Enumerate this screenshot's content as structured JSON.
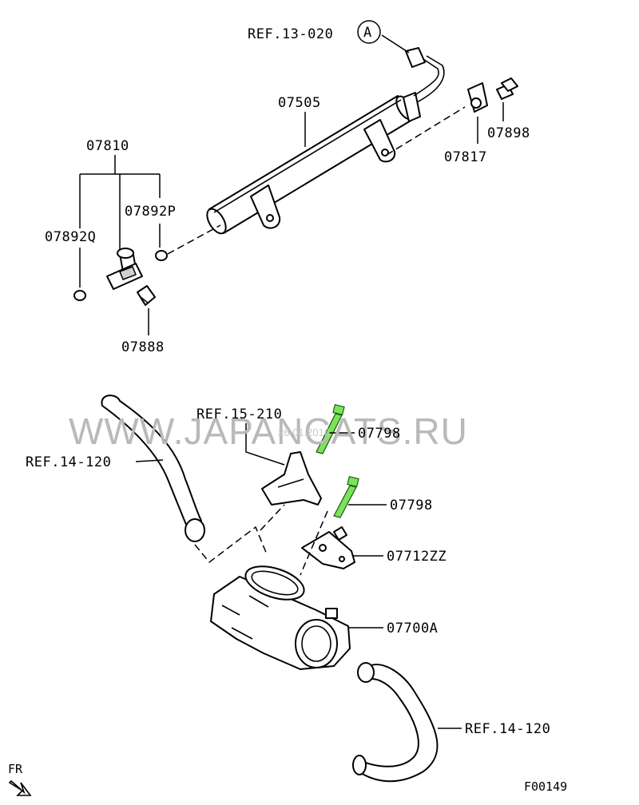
{
  "watermark": {
    "text": "WWW.JAPANCATS.RU",
    "date_stamp": "26.01.2016"
  },
  "labels": {
    "ref_13_020": "REF.13-020",
    "circle_a": "A",
    "p07505": "07505",
    "p07898": "07898",
    "p07817": "07817",
    "p07810": "07810",
    "p07892p": "07892P",
    "p07892q": "07892Q",
    "p07888": "07888",
    "ref_15_210": "REF.15-210",
    "p07798_top": "07798",
    "p07798_bottom": "07798",
    "ref_14_120_left": "REF.14-120",
    "p07712zz": "07712ZZ",
    "p07700a": "07700A",
    "ref_14_120_right": "REF.14-120",
    "fr_marker": "FR",
    "figure_code": "F00149"
  },
  "colors": {
    "highlight_bolt": "#7be35a",
    "watermark": "#b9b9b9",
    "line": "#000000"
  },
  "icons": {
    "front_direction": "front-arrow-icon"
  }
}
